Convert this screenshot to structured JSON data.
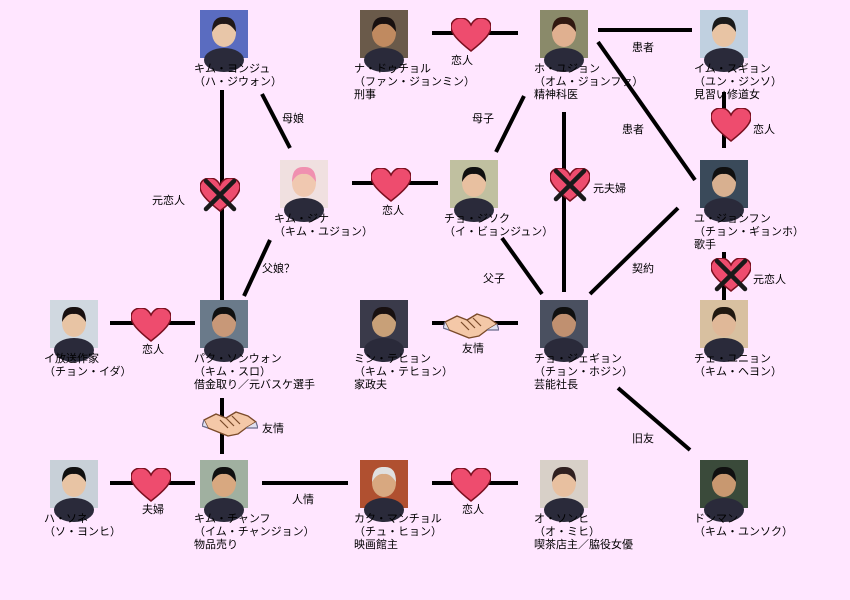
{
  "people": [
    {
      "id": "kim-youngju",
      "lines": [
        "キム・ヨンジュ",
        "（ハ・ジウォン）"
      ],
      "bg": "#5a6cc0",
      "skin": "#e8c6a8",
      "hair": "#201818"
    },
    {
      "id": "na-ducheol",
      "lines": [
        "ナ・ドゥチョル",
        "（ファン・ジョンミン）",
        "刑事"
      ],
      "bg": "#6a5a4a",
      "skin": "#c08a60",
      "hair": "#181010"
    },
    {
      "id": "ho-yujeon",
      "lines": [
        "ホ・ユジョン",
        "（オム・ジョンファ）",
        "精神科医"
      ],
      "bg": "#8a8a6a",
      "skin": "#e0b090",
      "hair": "#301810"
    },
    {
      "id": "im-sugyon",
      "lines": [
        "イム・スギョン",
        "（ユン・ジンソ）",
        "見習い修道女"
      ],
      "bg": "#c0d0e0",
      "skin": "#e8c4a4",
      "hair": "#1a1a1a"
    },
    {
      "id": "kim-jina",
      "lines": [
        "キム・ジナ",
        "（キム・ユジョン）"
      ],
      "bg": "#f0e0e0",
      "skin": "#f0c8b0",
      "hair": "#f090b0"
    },
    {
      "id": "cho-jisok",
      "lines": [
        "チョ・ジソク",
        "（イ・ビョンジュン）"
      ],
      "bg": "#c0c0a0",
      "skin": "#e8c0a0",
      "hair": "#101010"
    },
    {
      "id": "yu-jonfan",
      "lines": [
        "ユ・ジョンフン",
        "（チョン・ギョンホ）",
        "歌手"
      ],
      "bg": "#3a4a5a",
      "skin": "#d8b090",
      "hair": "#101010"
    },
    {
      "id": "i-writer",
      "lines": [
        "イ放送作家",
        "（チョン・イダ）"
      ],
      "bg": "#d0d8e0",
      "skin": "#e8c4a4",
      "hair": "#181010"
    },
    {
      "id": "pak-sonwon",
      "lines": [
        "パク・ソンウォン",
        "（キム・スロ）",
        "借金取り／元バスケ選手"
      ],
      "bg": "#6a7a8a",
      "skin": "#c89878",
      "hair": "#101010"
    },
    {
      "id": "min-tehion",
      "lines": [
        "ミン・テヒョン",
        "（キム・テヒョン）",
        "家政夫"
      ],
      "bg": "#3a3a4a",
      "skin": "#c8a078",
      "hair": "#181010"
    },
    {
      "id": "cho-jegion",
      "lines": [
        "チョ・ジェギョン",
        "（チョン・ホジン）",
        "芸能社長"
      ],
      "bg": "#4a5060",
      "skin": "#c09070",
      "hair": "#101010"
    },
    {
      "id": "che-yunion",
      "lines": [
        "チェ・ユニョン",
        "（キム・ヘヨン）"
      ],
      "bg": "#d8c0a0",
      "skin": "#e0b898",
      "hair": "#201810"
    },
    {
      "id": "ha-sone",
      "lines": [
        "ハ・ソネ",
        "（ソ・ヨンヒ）"
      ],
      "bg": "#c8d0d8",
      "skin": "#e8c4a4",
      "hair": "#101010"
    },
    {
      "id": "kim-chanfu",
      "lines": [
        "キム・チャンフ",
        "（イム・チャンジョン）",
        "物品売り"
      ],
      "bg": "#a0b0a0",
      "skin": "#d8a880",
      "hair": "#101010"
    },
    {
      "id": "kaku-manchol",
      "lines": [
        "カク・マンチョル",
        "（チュ・ヒョン）",
        "映画館主"
      ],
      "bg": "#b05030",
      "skin": "#d8a880",
      "hair": "#e0e0e0"
    },
    {
      "id": "o-sonhi",
      "lines": [
        "オ・ソンヒ",
        "（オ・ミヒ）",
        "喫茶店主／脇役女優"
      ],
      "bg": "#d8d0c8",
      "skin": "#e8c0a0",
      "hair": "#302020"
    },
    {
      "id": "donman",
      "lines": [
        "ドンマン",
        "（キム・ユンソク）"
      ],
      "bg": "#3a4a3a",
      "skin": "#c89870",
      "hair": "#101010"
    }
  ],
  "relations": {
    "r1": "恋人",
    "r2": "患者",
    "r3": "母娘",
    "r4": "母子",
    "r5": "患者",
    "r6": "恋人",
    "r7": "元恋人",
    "r8": "恋人",
    "r9": "元夫婦",
    "r10": "父娘？",
    "r11": "父子",
    "r12": "契約",
    "r13": "元恋人",
    "r14": "恋人",
    "r15": "友情",
    "r16": "友情",
    "r17": "旧友",
    "r18": "夫婦",
    "r19": "人情",
    "r20": "恋人"
  }
}
